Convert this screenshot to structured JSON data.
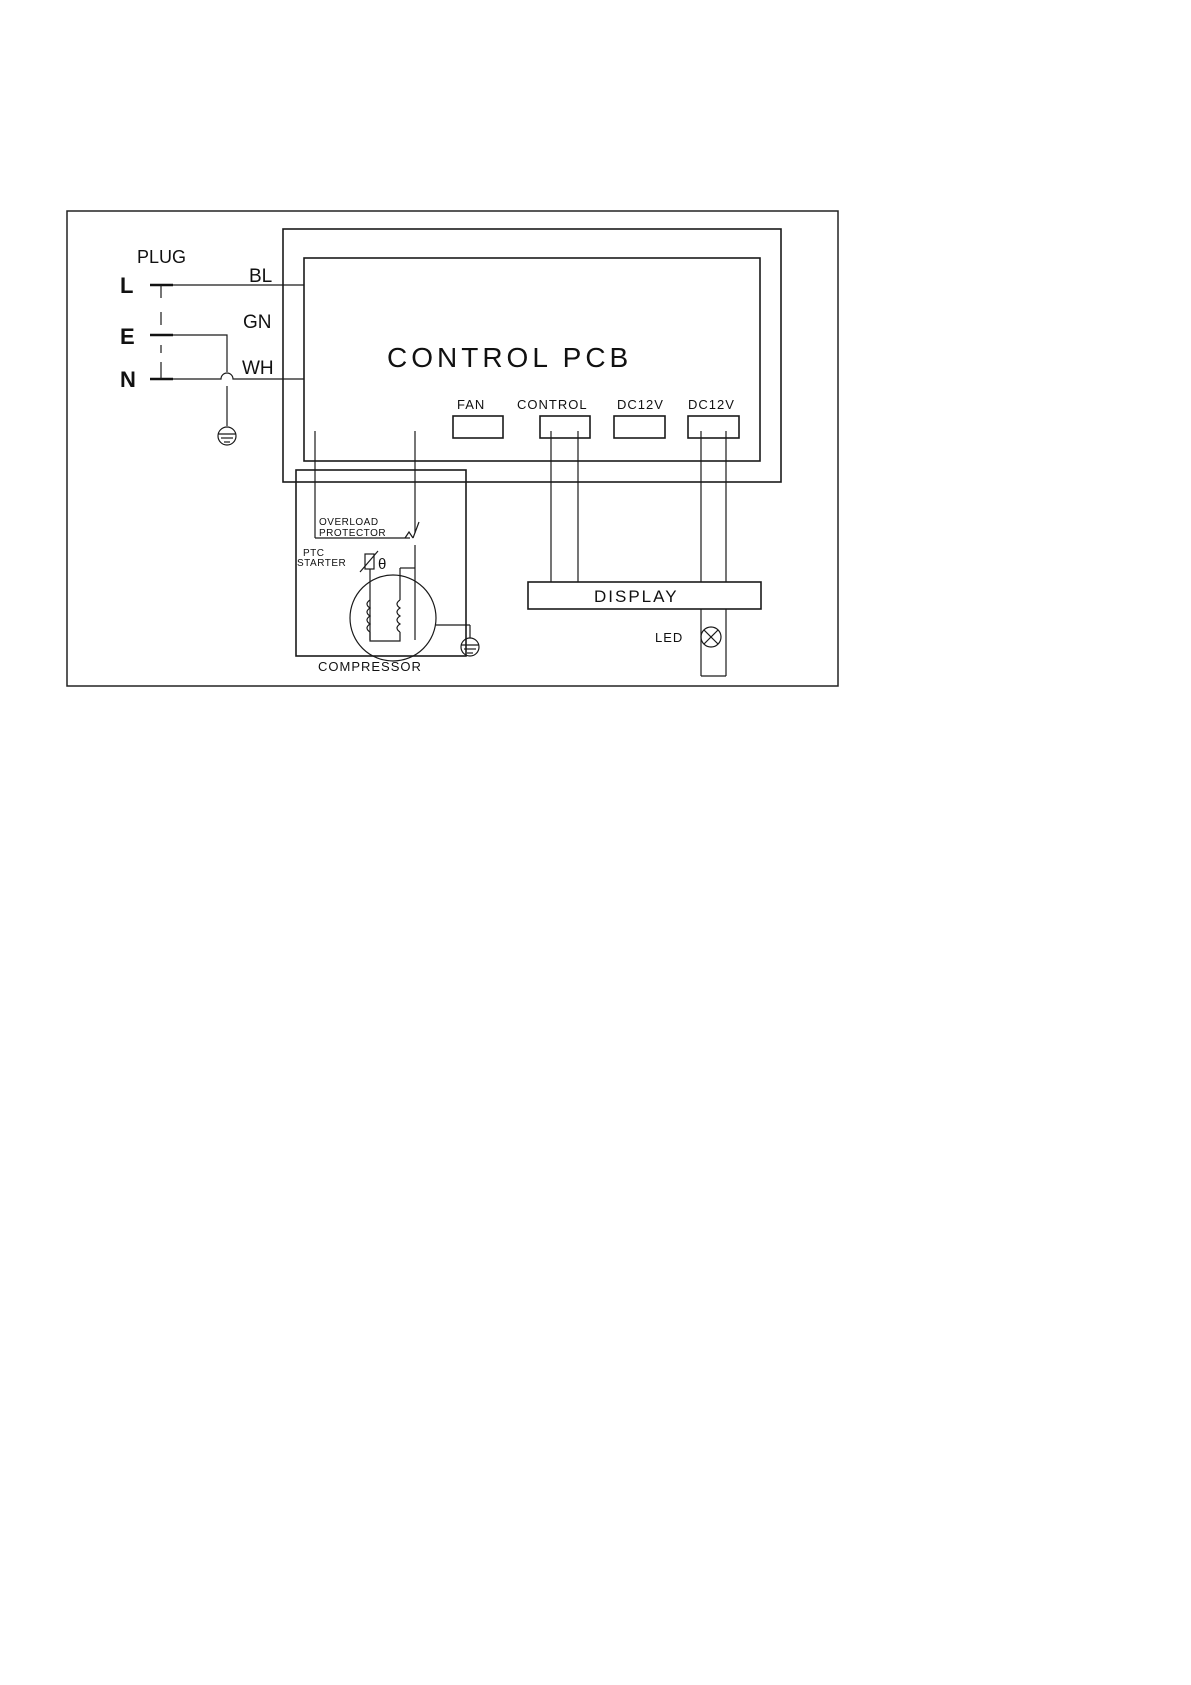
{
  "plug": {
    "title": "PLUG",
    "l": "L",
    "e": "E",
    "n": "N"
  },
  "wires": {
    "bl": "BL",
    "gn": "GN",
    "wh": "WH"
  },
  "pcb": {
    "title": "CONTROL PCB",
    "connectors": {
      "fan": "FAN",
      "control": "CONTROL",
      "dc12v_1": "DC12V",
      "dc12v_2": "DC12V"
    }
  },
  "compressor": {
    "overload_line1": "OVERLOAD",
    "overload_line2": "PROTECTOR",
    "ptc_line1": "PTC",
    "ptc_line2": "STARTER",
    "label": "COMPRESSOR"
  },
  "display": {
    "label": "DISPLAY"
  },
  "led": {
    "label": "LED"
  },
  "colors": {
    "line": "#1a1a1a",
    "background": "#ffffff"
  },
  "icons": {
    "ground": "ground-icon",
    "lamp": "led-lamp-icon",
    "coil": "coil-icon",
    "ptc": "ptc-thermistor-icon",
    "overload": "overload-switch-icon"
  }
}
